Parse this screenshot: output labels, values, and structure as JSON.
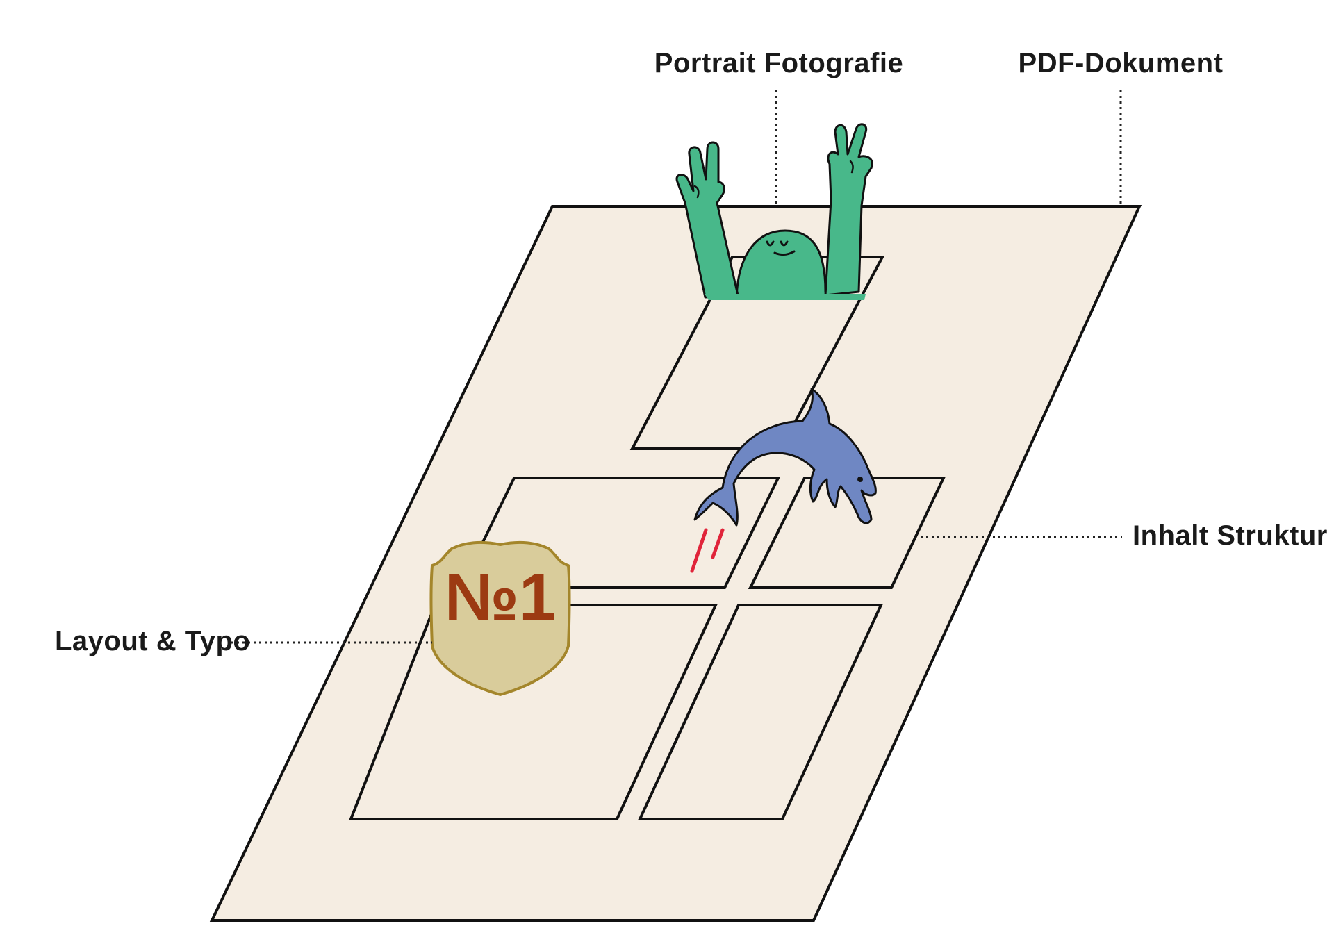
{
  "labels": {
    "portrait": "Portrait Fotografie",
    "pdf": "PDF-Dokument",
    "content": "Inhalt Struktur",
    "layout": "Layout & Typo"
  },
  "badge": {
    "text": "№1"
  },
  "colors": {
    "page_fill": "#f5ede2",
    "figure_green": "#48b88a",
    "dolphin_blue": "#6f87c3",
    "badge_fill": "#d9cc9b",
    "badge_stroke": "#a4862b",
    "badge_text": "#9c3a12",
    "splash_red": "#e0243a"
  },
  "icons": [
    "peace-sign-figure-icon",
    "dolphin-icon",
    "shield-badge-icon",
    "splash-marks-icon"
  ]
}
